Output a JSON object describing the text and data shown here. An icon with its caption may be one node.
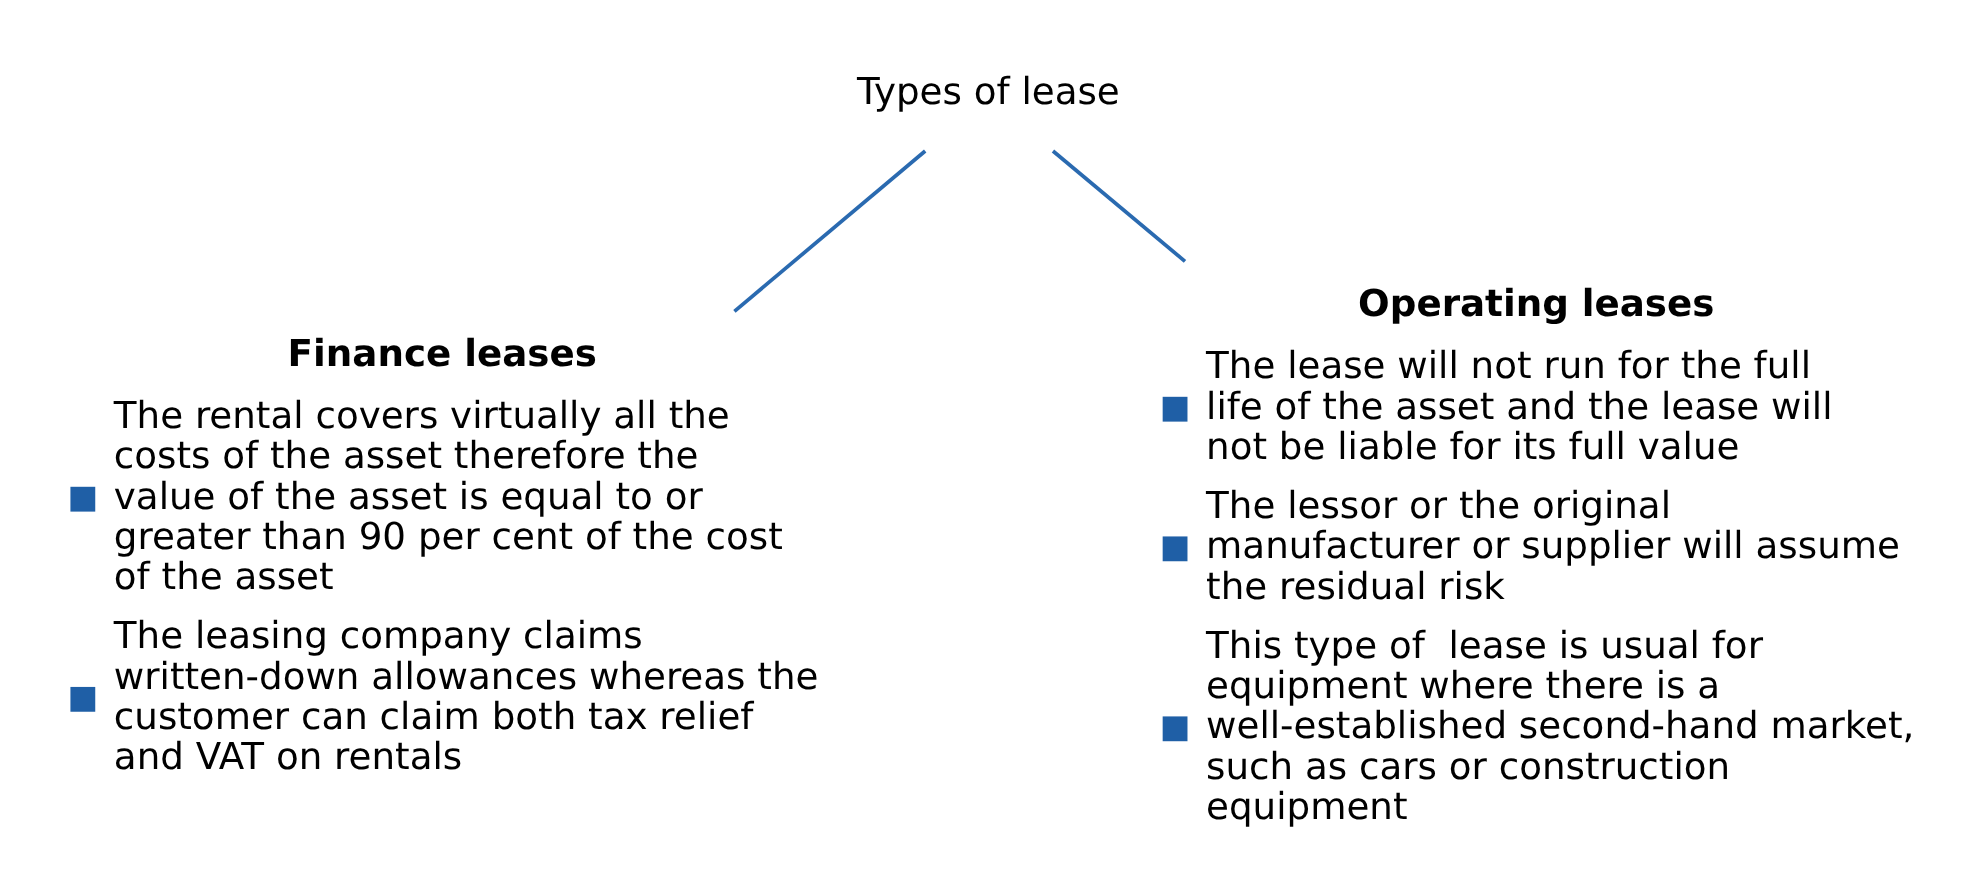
{
  "diagram": {
    "nodes": [
      {
        "text": [
          "Types of lease"
        ]
      },
      {
        "text": [
          "Finance leases",
          "The rental covers virtually all the costs of the asset therefore the value of the asset is equal to or greater than 90 per cent of the cost of the asset",
          "The leasing company claims written-down allowances whereas the customer can claim both tax relief and VAT on rentals"
        ]
      },
      {
        "text": [
          "Operating leases",
          "The lease will not run for the full life of the asset and the lease will not be liable for its full value",
          "The lessor or the original manufacturer or supplier will assume the residual risk",
          "This type of  lease is usual for equipment where there is a well-established second-hand market, such as cars or construction equipment"
        ]
      }
    ],
    "edges": [
      {
        "from": 0,
        "to": 1,
        "arrow": "none"
      },
      {
        "from": 0,
        "to": 2,
        "arrow": "none"
      }
    ]
  }
}
